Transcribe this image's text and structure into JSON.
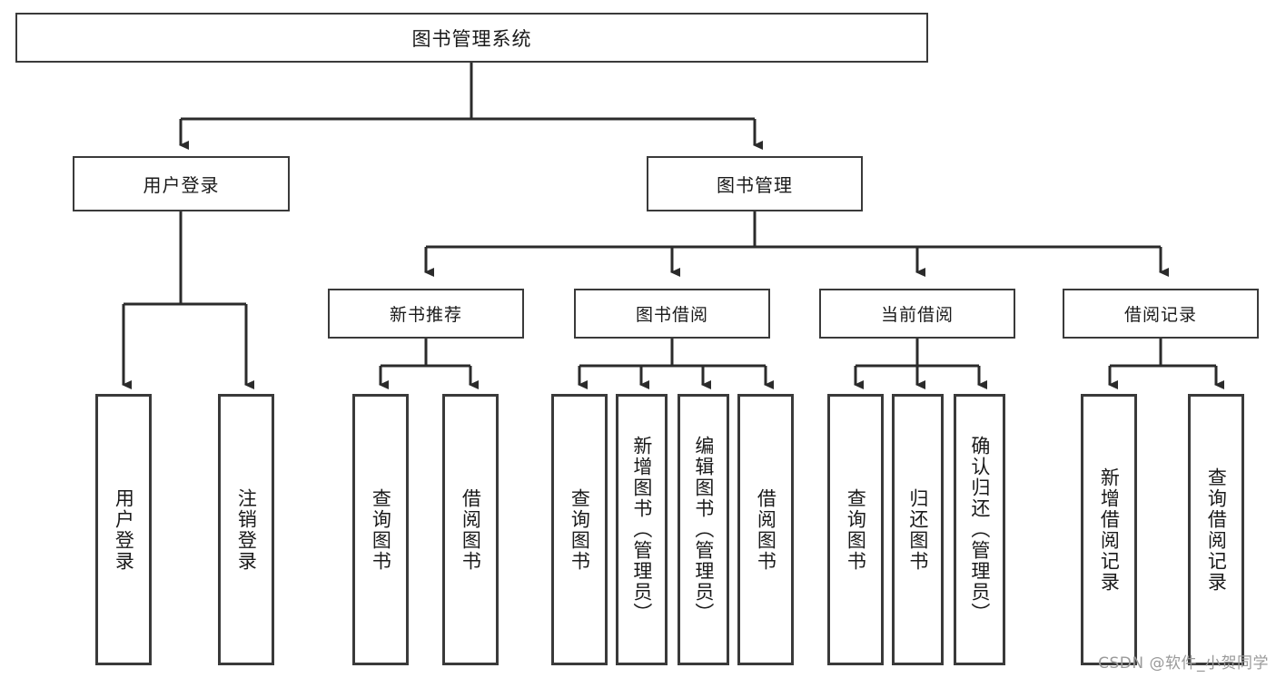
{
  "diagram": {
    "type": "tree-hierarchy-diagram",
    "title": "图书管理系统",
    "watermark": "CSDN @软件_小贺同学",
    "colors": {
      "border": "#3a3a3a",
      "background": "#ffffff",
      "text": "#1a1a1a",
      "connector": "#2b2b2b",
      "watermark": "#9a9a9a"
    },
    "nodes": {
      "root": {
        "label": "图书管理系统",
        "level": 0
      },
      "l1": [
        {
          "id": "user-login",
          "label": "用户登录"
        },
        {
          "id": "book-management",
          "label": "图书管理"
        }
      ],
      "l2": [
        {
          "id": "new-book-recommend",
          "label": "新书推荐"
        },
        {
          "id": "book-borrow",
          "label": "图书借阅"
        },
        {
          "id": "current-borrow",
          "label": "当前借阅"
        },
        {
          "id": "borrow-record",
          "label": "借阅记录"
        }
      ],
      "leaves": {
        "user_login": [
          {
            "id": "leaf-user-login",
            "label": "用户登录"
          },
          {
            "id": "leaf-logout-login",
            "label": "注销登录"
          }
        ],
        "new_book_recommend": [
          {
            "id": "leaf-query-book-1",
            "label": "查询图书"
          },
          {
            "id": "leaf-borrow-book-1",
            "label": "借阅图书"
          }
        ],
        "book_borrow": [
          {
            "id": "leaf-query-book-2",
            "label": "查询图书"
          },
          {
            "id": "leaf-add-book",
            "label": "新增图书（管理员）"
          },
          {
            "id": "leaf-edit-book",
            "label": "编辑图书（管理员）"
          },
          {
            "id": "leaf-borrow-book-2",
            "label": "借阅图书"
          }
        ],
        "current_borrow": [
          {
            "id": "leaf-query-book-3",
            "label": "查询图书"
          },
          {
            "id": "leaf-return-book",
            "label": "归还图书"
          },
          {
            "id": "leaf-confirm-return",
            "label": "确认归还（管理员）"
          }
        ],
        "borrow_record": [
          {
            "id": "leaf-add-borrow-record",
            "label": "新增借阅记录"
          },
          {
            "id": "leaf-query-borrow-record",
            "label": "查询借阅记录"
          }
        ]
      }
    },
    "edges": [
      {
        "from": "图书管理系统",
        "to": "用户登录"
      },
      {
        "from": "图书管理系统",
        "to": "图书管理"
      },
      {
        "from": "用户登录",
        "to": "用户登录"
      },
      {
        "from": "用户登录",
        "to": "注销登录"
      },
      {
        "from": "图书管理",
        "to": "新书推荐"
      },
      {
        "from": "图书管理",
        "to": "图书借阅"
      },
      {
        "from": "图书管理",
        "to": "当前借阅"
      },
      {
        "from": "图书管理",
        "to": "借阅记录"
      },
      {
        "from": "新书推荐",
        "to": "查询图书"
      },
      {
        "from": "新书推荐",
        "to": "借阅图书"
      },
      {
        "from": "图书借阅",
        "to": "查询图书"
      },
      {
        "from": "图书借阅",
        "to": "新增图书（管理员）"
      },
      {
        "from": "图书借阅",
        "to": "编辑图书（管理员）"
      },
      {
        "from": "图书借阅",
        "to": "借阅图书"
      },
      {
        "from": "当前借阅",
        "to": "查询图书"
      },
      {
        "from": "当前借阅",
        "to": "归还图书"
      },
      {
        "from": "当前借阅",
        "to": "确认归还（管理员）"
      },
      {
        "from": "借阅记录",
        "to": "新增借阅记录"
      },
      {
        "from": "借阅记录",
        "to": "查询借阅记录"
      }
    ]
  }
}
